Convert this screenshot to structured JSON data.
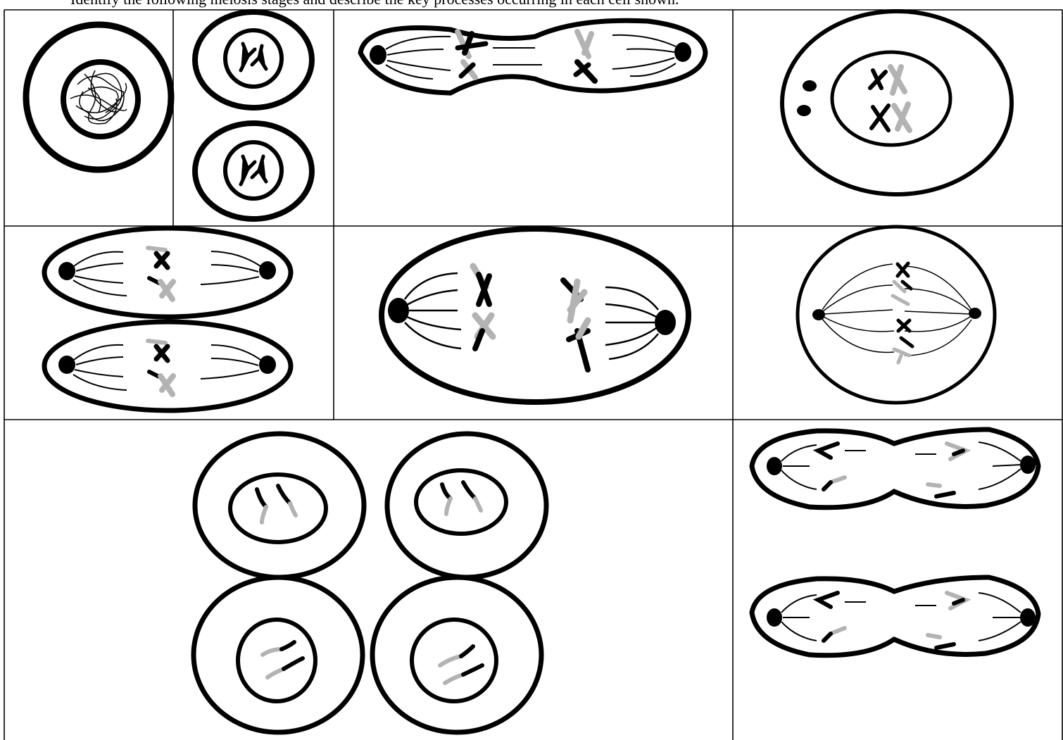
{
  "instruction": {
    "text": "Identify the following meiosis stages and describe the key processes occurring in each cell shown."
  },
  "colors": {
    "outline": "#000000",
    "chromosome_dark": "#000000",
    "chromosome_light": "#b3b3b3",
    "background": "#ffffff"
  },
  "panels": [
    {
      "id": "interphase",
      "content": "single cell with tangled chromatin in nucleus"
    },
    {
      "id": "telophase-ii-prior",
      "content": "two cells with condensed chromosomes in nuclei"
    },
    {
      "id": "telophase-i",
      "content": "dividing cell with chromosomes at both poles"
    },
    {
      "id": "prophase-i",
      "content": "cell with centrioles and paired chromosomes in nucleus"
    },
    {
      "id": "metaphase-ii",
      "content": "two spindle cells with chromosomes on equator"
    },
    {
      "id": "anaphase-i",
      "content": "large spindle cell with homologs separating"
    },
    {
      "id": "metaphase-i",
      "content": "round spindle cell with tetrads on equator"
    },
    {
      "id": "telophase-ii",
      "content": "four daughter cells each with two chromatids"
    },
    {
      "id": "anaphase-ii",
      "content": "two pinching cells with chromatids moving to poles"
    }
  ]
}
